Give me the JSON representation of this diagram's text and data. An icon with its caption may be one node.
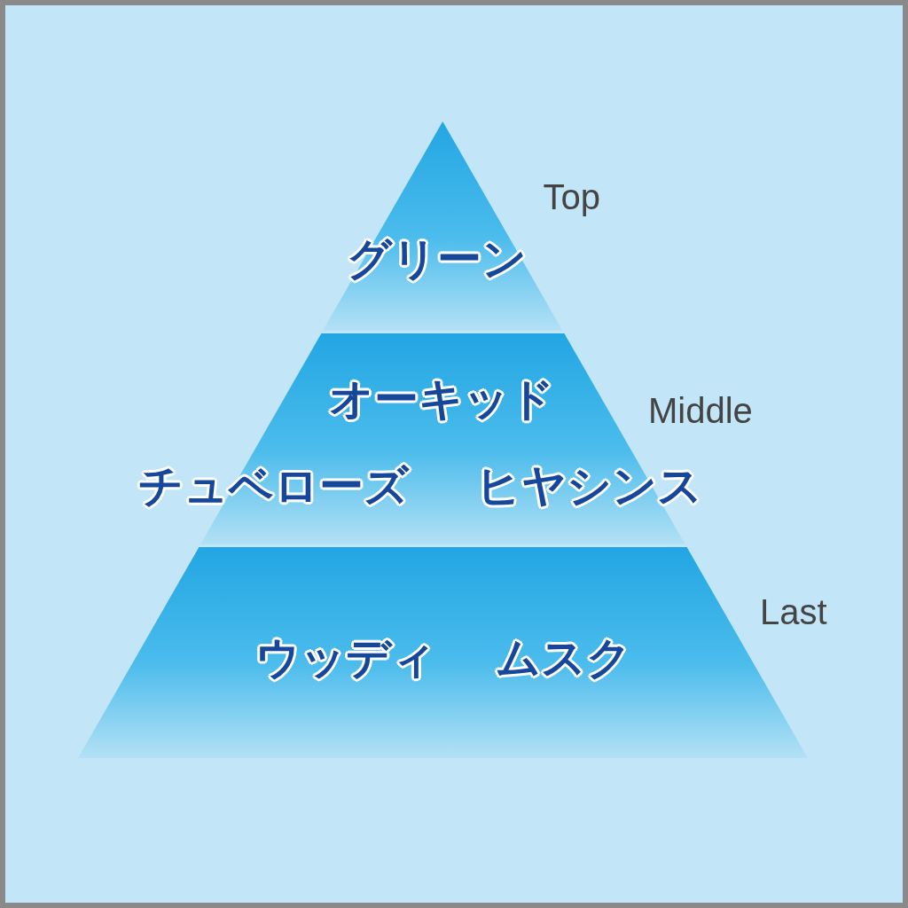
{
  "diagram": {
    "nodes": [
      {
        "text": [
          "グリーン"
        ],
        "beside": [
          "Top"
        ]
      },
      {
        "text": [
          "オーキッド",
          "チュベローズ",
          "ヒヤシンス"
        ],
        "beside": [
          "Middle"
        ]
      },
      {
        "text": [
          "ウッディ",
          "ムスク"
        ],
        "beside": [
          "Last"
        ]
      }
    ]
  }
}
